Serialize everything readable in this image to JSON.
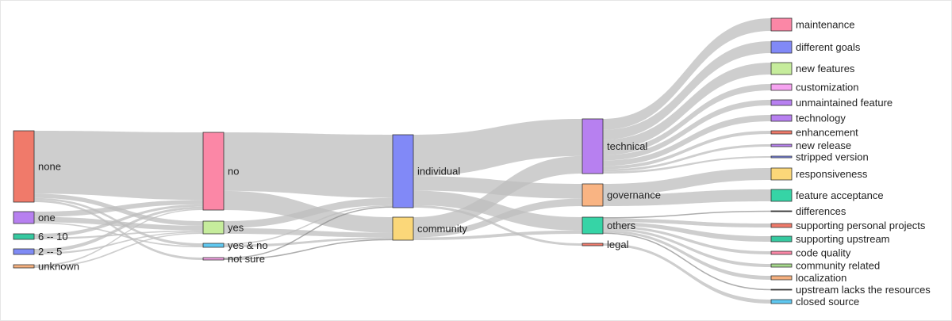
{
  "chart_data": {
    "type": "sankey",
    "columns": [
      [
        "none",
        "one",
        "6 -- 10",
        "2 -- 5",
        "unknown"
      ],
      [
        "no",
        "yes",
        "yes & no",
        "not sure"
      ],
      [
        "individual",
        "community"
      ],
      [
        "technical",
        "governance",
        "others",
        "legal"
      ],
      [
        "maintenance",
        "different goals",
        "new features",
        "customization",
        "unmaintained feature",
        "technology",
        "enhancement",
        "new release",
        "stripped version",
        "responsiveness",
        "feature acceptance",
        "differences",
        "supporting personal projects",
        "supporting upstream",
        "code quality",
        "community related",
        "localization",
        "upstream lacks the resources",
        "closed source"
      ]
    ],
    "nodes": [
      {
        "name": "none",
        "color": "#f07a6a"
      },
      {
        "name": "one",
        "color": "#b780f0"
      },
      {
        "name": "6 -- 10",
        "color": "#36c9a0"
      },
      {
        "name": "2 -- 5",
        "color": "#7f8bf5"
      },
      {
        "name": "unknown",
        "color": "#f5b07f"
      },
      {
        "name": "no",
        "color": "#fb87a6"
      },
      {
        "name": "yes",
        "color": "#c6ec9c"
      },
      {
        "name": "yes & no",
        "color": "#5fc8f0"
      },
      {
        "name": "not sure",
        "color": "#f6a3e6"
      },
      {
        "name": "individual",
        "color": "#8189f7"
      },
      {
        "name": "community",
        "color": "#fbd779"
      },
      {
        "name": "technical",
        "color": "#b780f0"
      },
      {
        "name": "governance",
        "color": "#f9b483"
      },
      {
        "name": "others",
        "color": "#36d4a6"
      },
      {
        "name": "legal",
        "color": "#ef7a6a"
      },
      {
        "name": "maintenance",
        "color": "#fb87a6"
      },
      {
        "name": "different goals",
        "color": "#8189f7"
      },
      {
        "name": "new features",
        "color": "#c6ec9c"
      },
      {
        "name": "customization",
        "color": "#f6a3f0"
      },
      {
        "name": "unmaintained feature",
        "color": "#b780f0"
      },
      {
        "name": "technology",
        "color": "#b780f0"
      },
      {
        "name": "enhancement",
        "color": "#ef7a6a"
      },
      {
        "name": "new release",
        "color": "#b780f0"
      },
      {
        "name": "stripped version",
        "color": "#7f8bf5"
      },
      {
        "name": "responsiveness",
        "color": "#fbd779"
      },
      {
        "name": "feature acceptance",
        "color": "#36d4a6"
      },
      {
        "name": "differences",
        "color": "#444444"
      },
      {
        "name": "supporting personal projects",
        "color": "#ef7a6a"
      },
      {
        "name": "supporting upstream",
        "color": "#36c9a0"
      },
      {
        "name": "code quality",
        "color": "#fb87a6"
      },
      {
        "name": "community related",
        "color": "#a6d98c"
      },
      {
        "name": "localization",
        "color": "#f5b07f"
      },
      {
        "name": "upstream lacks the resources",
        "color": "#555555"
      },
      {
        "name": "closed source",
        "color": "#5fc8f0"
      }
    ],
    "links": [
      {
        "source": "none",
        "target": "no",
        "value": 30
      },
      {
        "source": "none",
        "target": "yes",
        "value": 2
      },
      {
        "source": "none",
        "target": "yes & no",
        "value": 1
      },
      {
        "source": "none",
        "target": "not sure",
        "value": 1
      },
      {
        "source": "one",
        "target": "no",
        "value": 2
      },
      {
        "source": "one",
        "target": "yes",
        "value": 2
      },
      {
        "source": "one",
        "target": "yes & no",
        "value": 0.5
      },
      {
        "source": "6 -- 10",
        "target": "no",
        "value": 1
      },
      {
        "source": "6 -- 10",
        "target": "yes",
        "value": 0.5
      },
      {
        "source": "2 -- 5",
        "target": "no",
        "value": 1
      },
      {
        "source": "2 -- 5",
        "target": "yes",
        "value": 0.5
      },
      {
        "source": "unknown",
        "target": "no",
        "value": 0.5
      },
      {
        "source": "unknown",
        "target": "yes",
        "value": 0.5
      },
      {
        "source": "no",
        "target": "individual",
        "value": 26
      },
      {
        "source": "no",
        "target": "community",
        "value": 8.5
      },
      {
        "source": "yes",
        "target": "individual",
        "value": 3
      },
      {
        "source": "yes",
        "target": "community",
        "value": 2.5
      },
      {
        "source": "yes & no",
        "target": "individual",
        "value": 0.5
      },
      {
        "source": "yes & no",
        "target": "community",
        "value": 1
      },
      {
        "source": "not sure",
        "target": "individual",
        "value": 0.5
      },
      {
        "source": "not sure",
        "target": "community",
        "value": 0.5
      },
      {
        "source": "individual",
        "target": "technical",
        "value": 17
      },
      {
        "source": "individual",
        "target": "governance",
        "value": 6
      },
      {
        "source": "individual",
        "target": "others",
        "value": 6
      },
      {
        "source": "individual",
        "target": "legal",
        "value": 1
      },
      {
        "source": "community",
        "target": "technical",
        "value": 8
      },
      {
        "source": "community",
        "target": "governance",
        "value": 3
      },
      {
        "source": "community",
        "target": "others",
        "value": 1.5
      },
      {
        "source": "technical",
        "target": "maintenance",
        "value": 5
      },
      {
        "source": "technical",
        "target": "different goals",
        "value": 4.5
      },
      {
        "source": "technical",
        "target": "new features",
        "value": 4.5
      },
      {
        "source": "technical",
        "target": "customization",
        "value": 2.5
      },
      {
        "source": "technical",
        "target": "unmaintained feature",
        "value": 2.5
      },
      {
        "source": "technical",
        "target": "technology",
        "value": 2.5
      },
      {
        "source": "technical",
        "target": "enhancement",
        "value": 1.5
      },
      {
        "source": "technical",
        "target": "new release",
        "value": 1
      },
      {
        "source": "technical",
        "target": "stripped version",
        "value": 1
      },
      {
        "source": "governance",
        "target": "responsiveness",
        "value": 4.5
      },
      {
        "source": "governance",
        "target": "feature acceptance",
        "value": 4.5
      },
      {
        "source": "others",
        "target": "differences",
        "value": 0.5
      },
      {
        "source": "others",
        "target": "supporting personal projects",
        "value": 1.5
      },
      {
        "source": "others",
        "target": "supporting upstream",
        "value": 1.5
      },
      {
        "source": "others",
        "target": "code quality",
        "value": 1
      },
      {
        "source": "others",
        "target": "community related",
        "value": 1
      },
      {
        "source": "others",
        "target": "localization",
        "value": 1
      },
      {
        "source": "others",
        "target": "upstream lacks the resources",
        "value": 0.5
      },
      {
        "source": "legal",
        "target": "closed source",
        "value": 1
      }
    ]
  }
}
